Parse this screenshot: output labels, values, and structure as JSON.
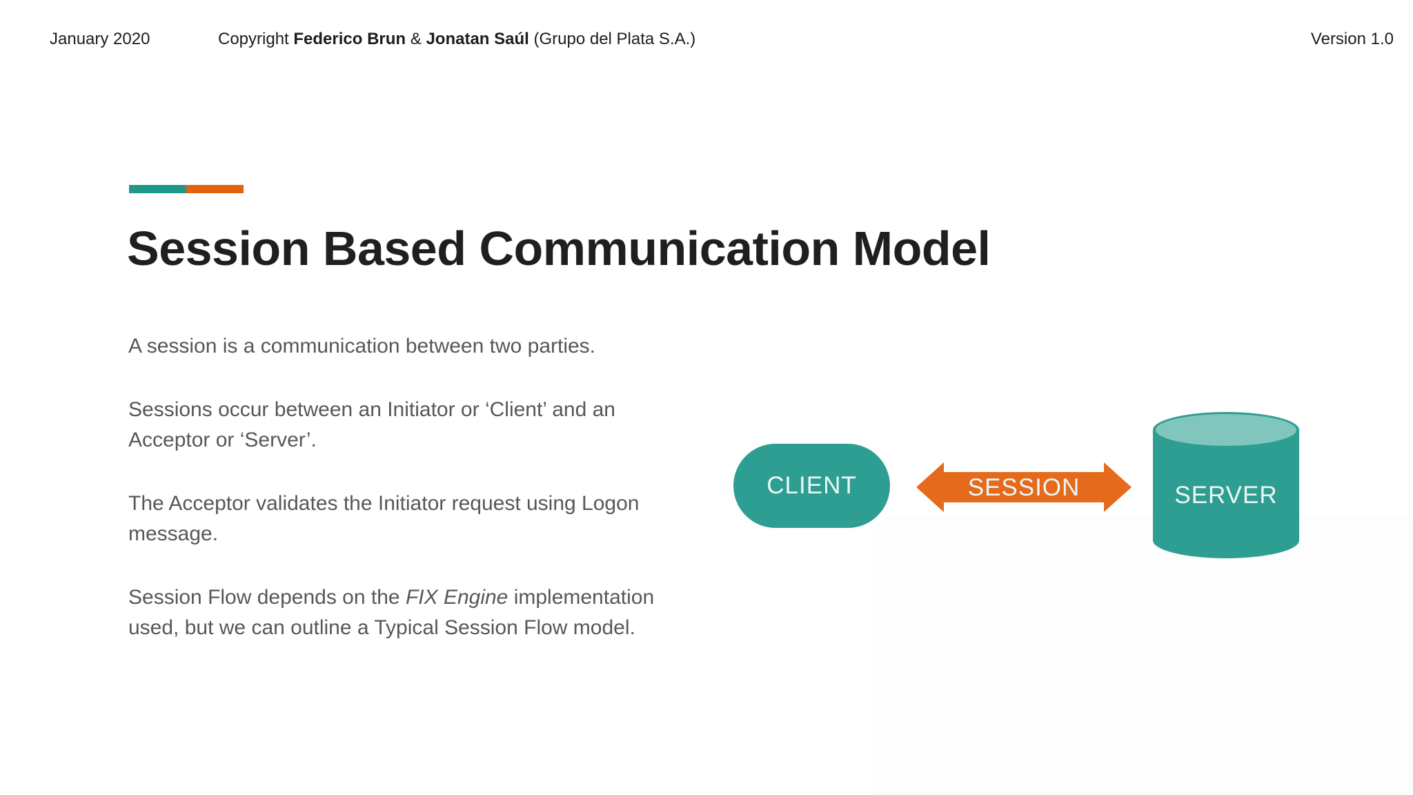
{
  "slide": {
    "background": "#ffffff",
    "header": {
      "date": "January 2020",
      "copyright_prefix": "Copyright ",
      "author_1": "Federico Brun",
      "copyright_amp": " & ",
      "author_2": "Jonatan Saúl",
      "copyright_suffix": " (Grupo del Plata S.A.)",
      "version": "Version 1.0"
    },
    "accent_bar": {
      "teal": "#1f9889",
      "orange": "#e3610f"
    },
    "title": "Session Based Communication Model",
    "body": {
      "p1": "A session is a communication between two parties.",
      "p2_line1": "Sessions occur between an Initiator or ‘Client’ and an",
      "p2_line2": "Acceptor or ‘Server’.",
      "p3_line1": "The Acceptor validates the Initiator request using Logon",
      "p3_line2": "message.",
      "p4_line1_before": "Session Flow depends on the ",
      "p4_line1_italic": "FIX Engine",
      "p4_line1_after": " implementation",
      "p4_line2": "used, but we can outline a Typical Session Flow model."
    },
    "diagram": {
      "client_label": "CLIENT",
      "session_label": "SESSION",
      "server_label": "SERVER",
      "teal": "#2f9e92",
      "teal_light": "#80c6bc",
      "orange": "#e56a1b",
      "label_color": "#ecf7f5"
    }
  }
}
